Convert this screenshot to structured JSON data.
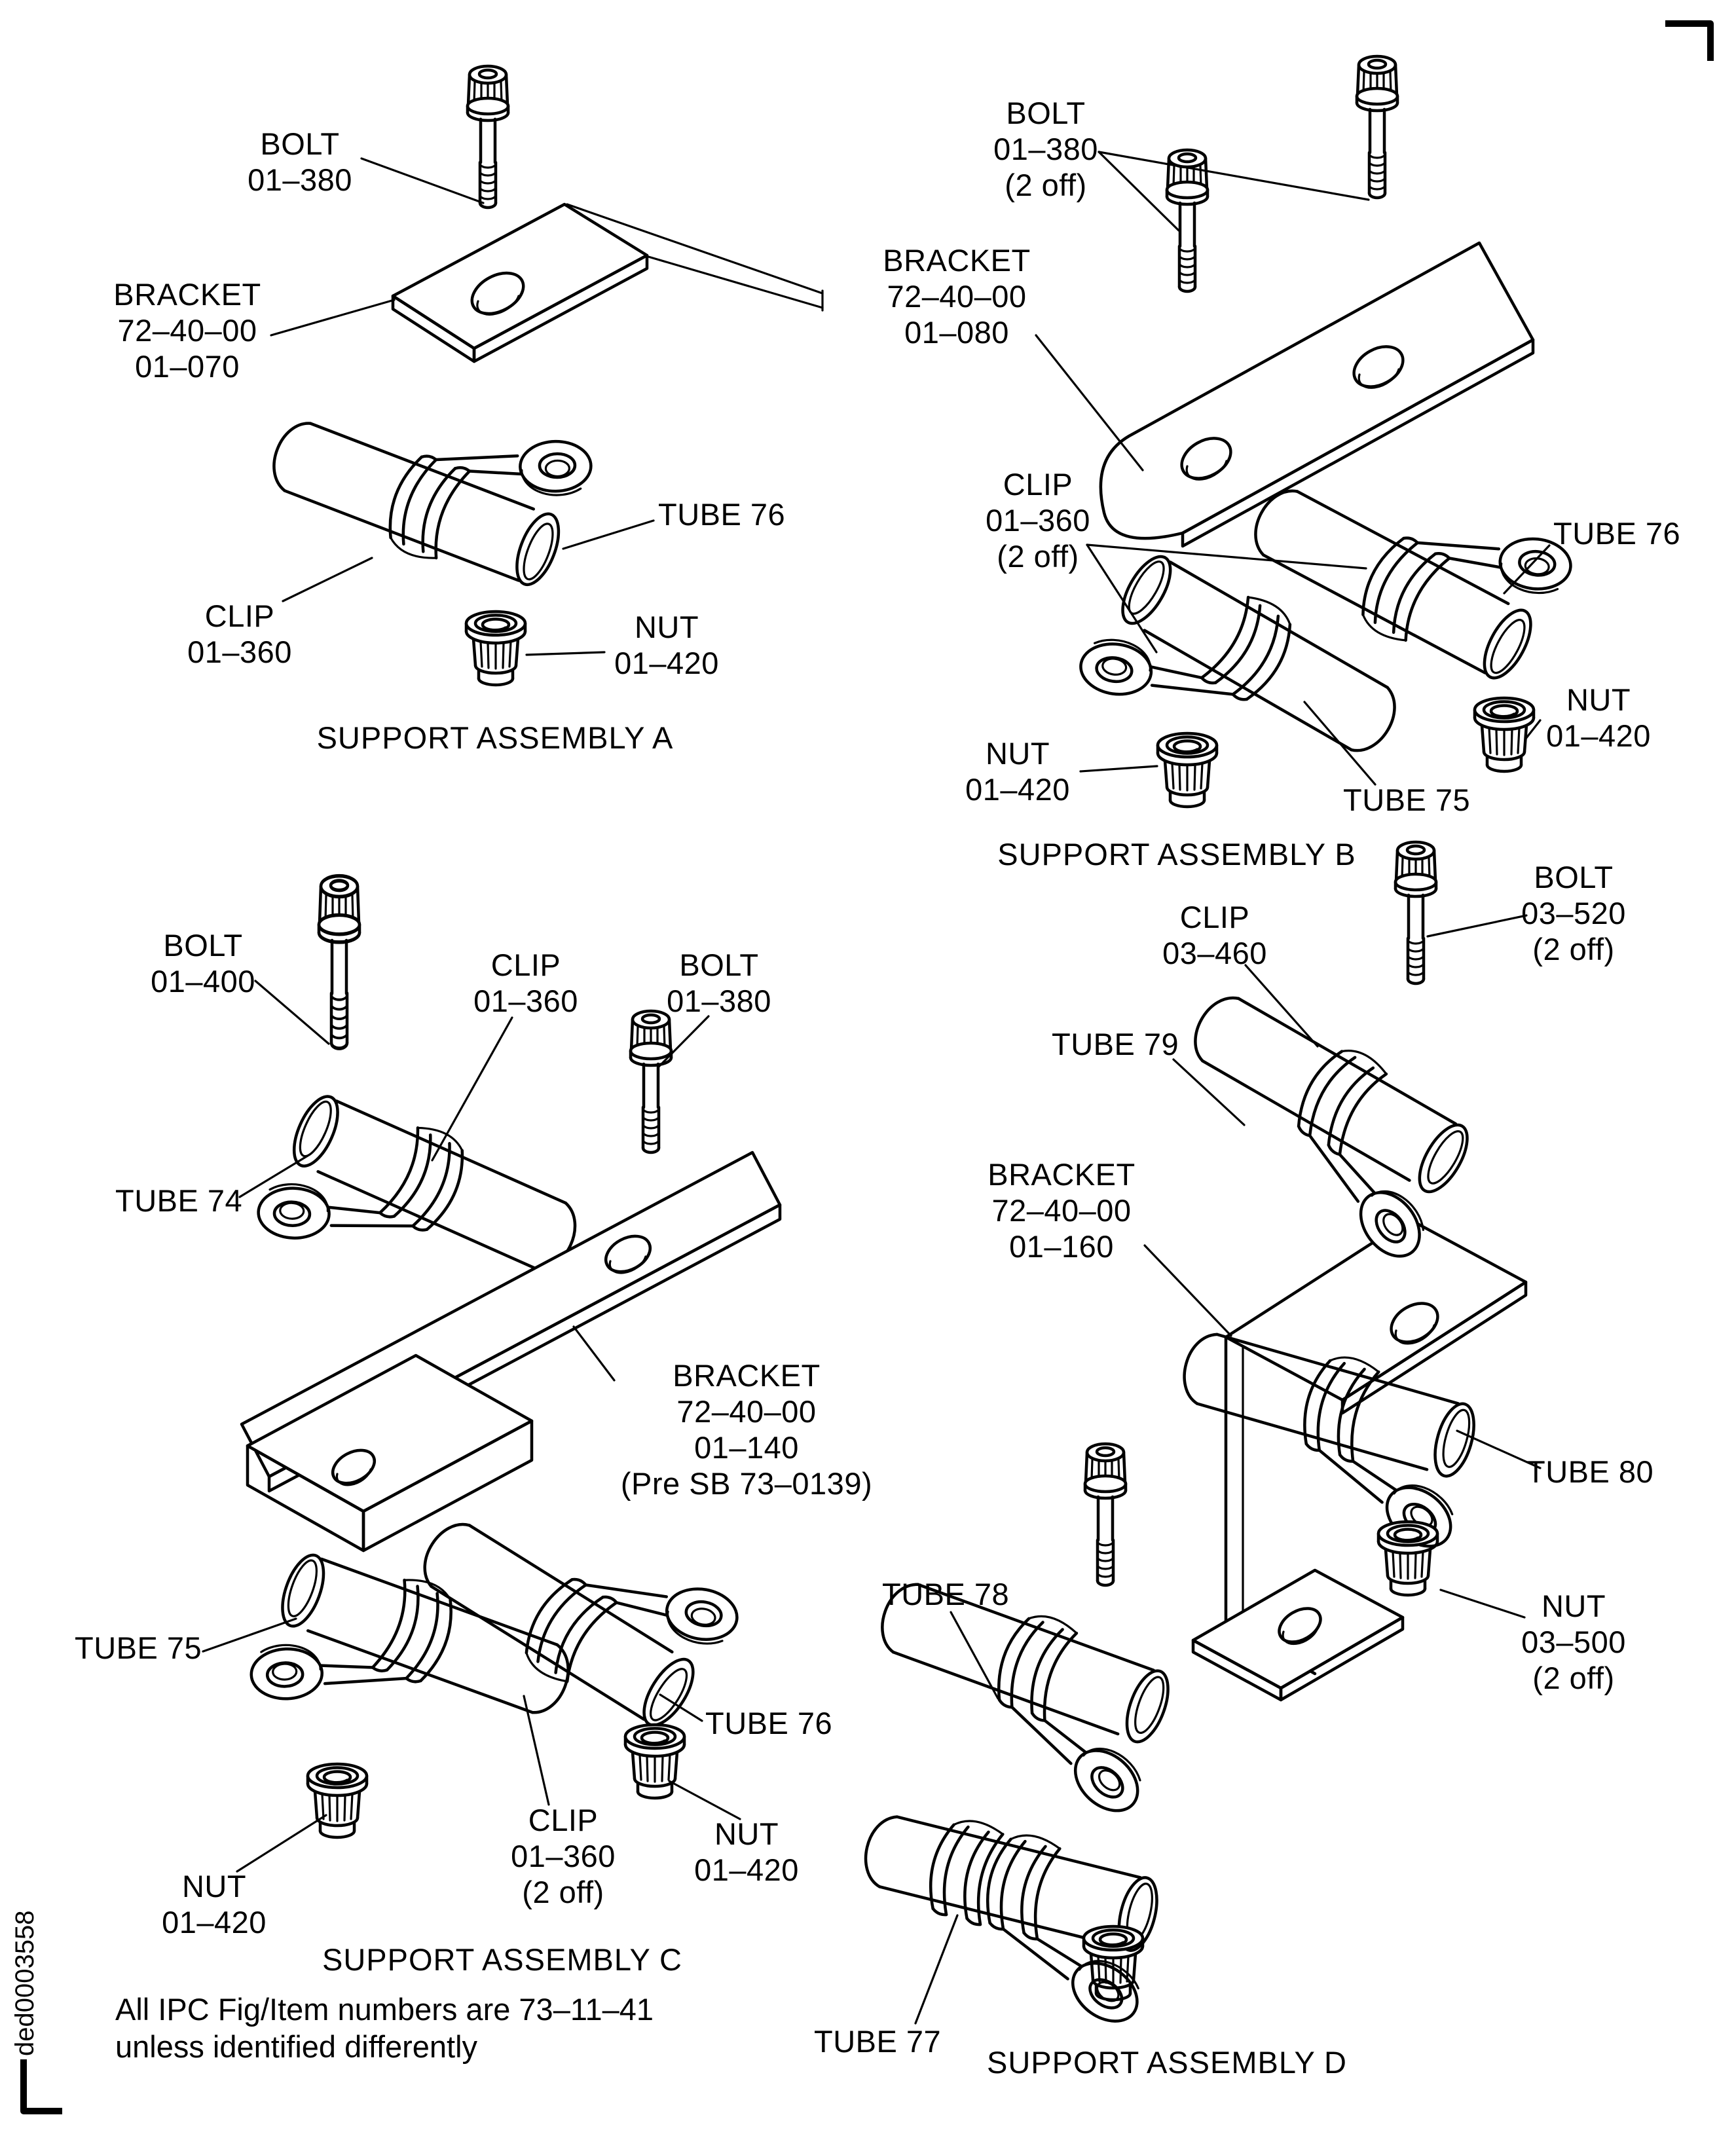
{
  "page": {
    "background": "#ffffff",
    "line_color": "#000000",
    "figure_id": "ded0003558",
    "note": "All IPC Fig/Item numbers are 73–11–41\nunless identified differently"
  },
  "assembly_a": {
    "title": "SUPPORT ASSEMBLY A",
    "bolt": "BOLT\n01–380",
    "bracket": "BRACKET\n72–40–00\n01–070",
    "tube76": "TUBE 76",
    "clip": "CLIP\n01–360",
    "nut": "NUT\n01–420"
  },
  "assembly_b": {
    "title": "SUPPORT ASSEMBLY B",
    "bolt": "BOLT\n01–380\n(2 off)",
    "bracket": "BRACKET\n72–40–00\n01–080",
    "clip": "CLIP\n01–360\n(2 off)",
    "tube76": "TUBE 76",
    "nut_left": "NUT\n01–420",
    "nut_right": "NUT\n01–420",
    "tube75": "TUBE 75"
  },
  "assembly_c": {
    "title": "SUPPORT ASSEMBLY C",
    "bolt_400": "BOLT\n01–400",
    "clip_top": "CLIP\n01–360",
    "bolt_380": "BOLT\n01–380",
    "tube74": "TUBE 74",
    "bracket": "BRACKET\n72–40–00\n01–140\n(Pre SB 73–0139)",
    "tube75": "TUBE 75",
    "tube76": "TUBE 76",
    "clip_bottom": "CLIP\n01–360\n(2 off)",
    "nut_left": "NUT\n01–420",
    "nut_right": "NUT\n01–420"
  },
  "assembly_d": {
    "title": "SUPPORT ASSEMBLY D",
    "clip": "CLIP\n03–460",
    "bolt": "BOLT\n03–520\n(2 off)",
    "tube79": "TUBE 79",
    "bracket": "BRACKET\n72–40–00\n01–160",
    "tube80": "TUBE 80",
    "nut": "NUT\n03–500\n(2 off)",
    "tube78": "TUBE 78",
    "tube77": "TUBE 77"
  }
}
